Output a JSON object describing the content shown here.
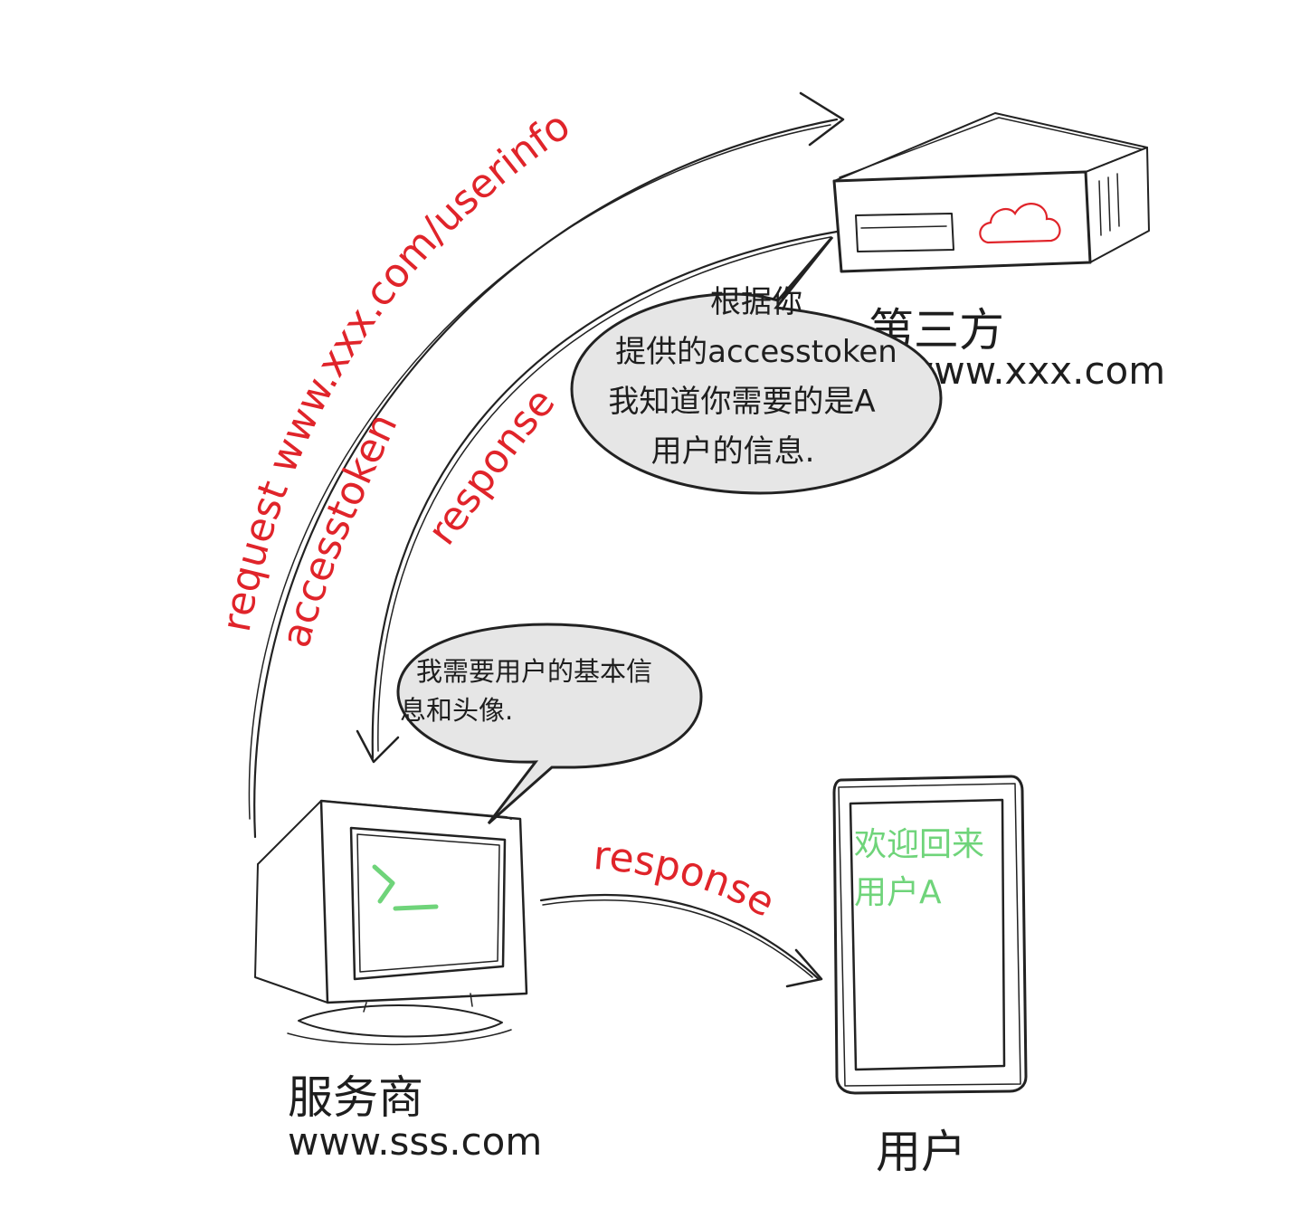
{
  "third_party": {
    "name": "第三方",
    "url": "www.xxx.com"
  },
  "provider": {
    "name": "服务商",
    "url": "www.sss.com"
  },
  "user": {
    "name": "用户"
  },
  "arrows": {
    "request_line1": "request www.xxx.com/userinfo",
    "request_line2": "accesstoken",
    "response_from_server": "response",
    "response_to_user": "response"
  },
  "bubbles": {
    "server_reply": [
      "根据你",
      "提供的accesstoken",
      "我知道你需要的是A",
      "用户的信息."
    ],
    "provider_need": [
      "我需要用户的基本信",
      "息和头像."
    ]
  },
  "phone_screen": [
    "欢迎回来",
    "用户A"
  ],
  "colors": {
    "accent_red": "#e0242a",
    "screen_green": "#6fd47a",
    "bubble_fill": "#e6e6e6"
  }
}
